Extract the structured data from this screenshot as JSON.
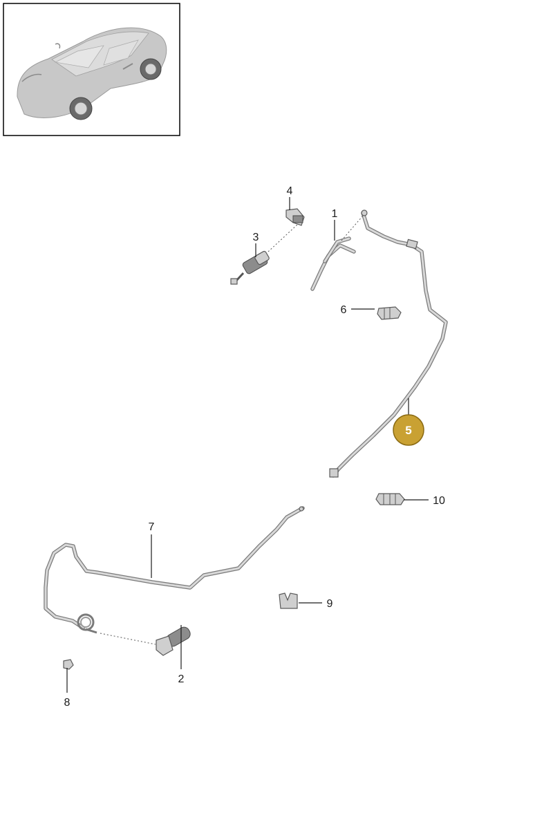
{
  "callouts": {
    "c1": "1",
    "c2": "2",
    "c3": "3",
    "c4": "4",
    "c5": "5",
    "c6": "6",
    "c7": "7",
    "c8": "8",
    "c9": "9",
    "c10": "10"
  },
  "highlighted_part": "5",
  "colors": {
    "highlight": "#c9a133",
    "line": "#1a1a1a",
    "part": "#cfcfcf"
  }
}
